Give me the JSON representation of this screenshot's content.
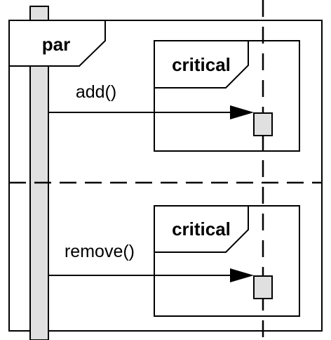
{
  "fragment": {
    "operator": "par"
  },
  "operands": [
    {
      "region": "critical",
      "message": "add()"
    },
    {
      "region": "critical",
      "message": "remove()"
    }
  ],
  "colors": {
    "line": "#000000",
    "activation_fill": "#e0e0e0",
    "background": "#ffffff"
  }
}
